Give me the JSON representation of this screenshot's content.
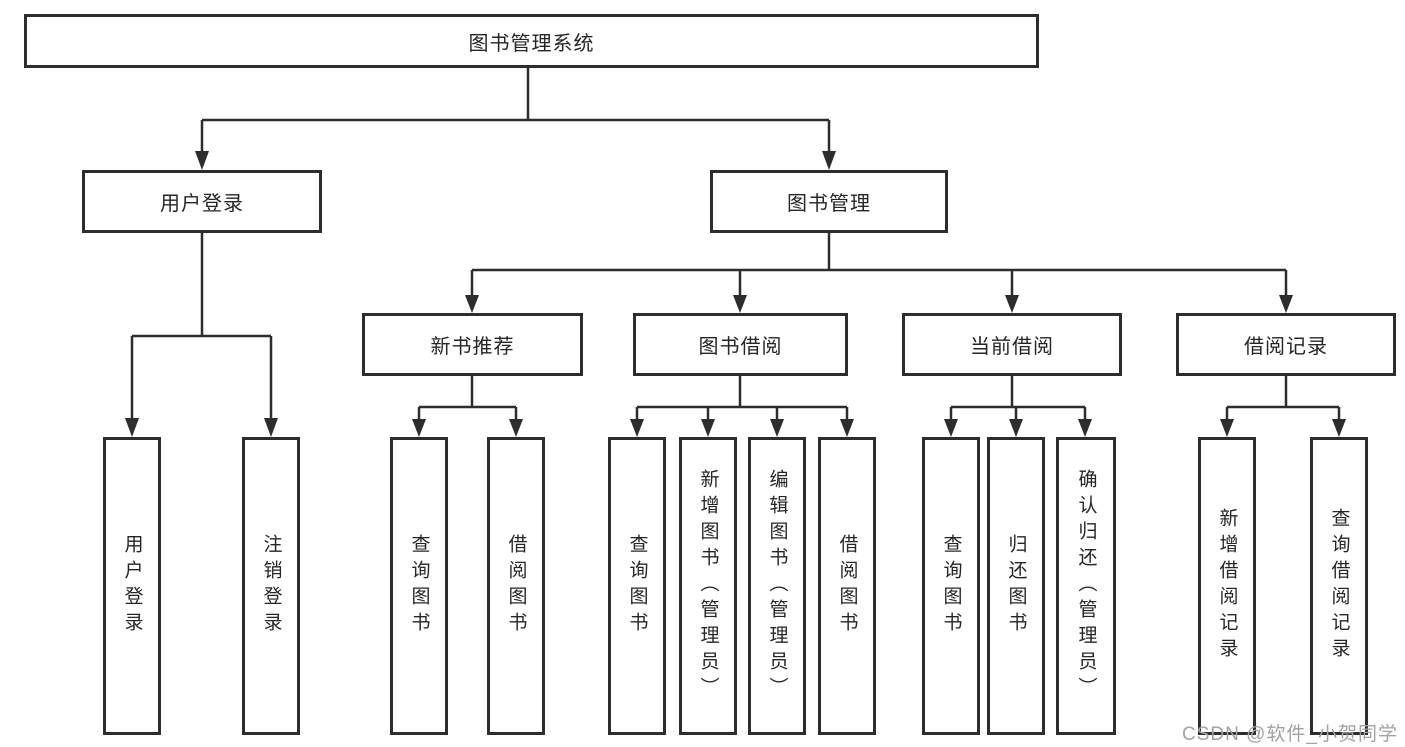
{
  "diagram": {
    "title": "图书管理系统",
    "level2": [
      {
        "label": "用户登录"
      },
      {
        "label": "图书管理"
      }
    ],
    "level3": [
      {
        "label": "新书推荐"
      },
      {
        "label": "图书借阅"
      },
      {
        "label": "当前借阅"
      },
      {
        "label": "借阅记录"
      }
    ],
    "leaves": [
      {
        "label": "用户登录"
      },
      {
        "label": "注销登录"
      },
      {
        "label": "查询图书"
      },
      {
        "label": "借阅图书"
      },
      {
        "label": "查询图书"
      },
      {
        "label": "新增图书（管理员）"
      },
      {
        "label": "编辑图书（管理员）"
      },
      {
        "label": "借阅图书"
      },
      {
        "label": "查询图书"
      },
      {
        "label": "归还图书"
      },
      {
        "label": "确认归还（管理员）"
      },
      {
        "label": "新增借阅记录"
      },
      {
        "label": "查询借阅记录"
      }
    ]
  },
  "watermark": {
    "text": "CSDN @软件_小贺同学"
  },
  "colors": {
    "line": "#2d2d2d",
    "box_border": "#2d2d2d",
    "text": "#262626",
    "watermark": "#a3a3a3",
    "background": "#ffffff"
  }
}
